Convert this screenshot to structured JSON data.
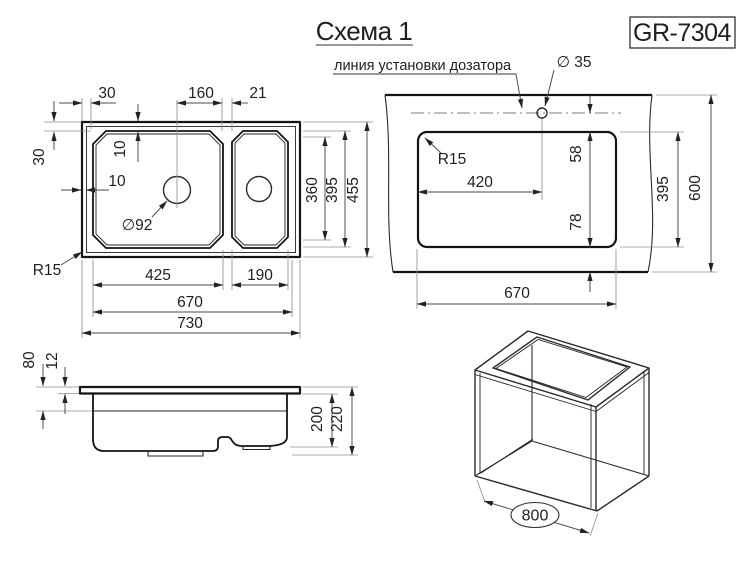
{
  "header": {
    "title": "Схема 1",
    "model": "GR-7304"
  },
  "cutout_view": {
    "dispenser_note": "линия установки дозатора",
    "dispenser_hole_dia": "∅ 35",
    "corner_radius": "R15",
    "hole_offset_x": "420",
    "offset_top": "58",
    "offset_bottom": "78",
    "cutout_height": "395",
    "counter_depth": "600",
    "cutout_width": "670"
  },
  "top_view": {
    "edge_30_top": "30",
    "drain_offset_160": "160",
    "divider_21": "21",
    "edge_30_left": "30",
    "rim_10_top": "10",
    "rim_10_left": "10",
    "drain_dia": "∅92",
    "corner_radius": "R15",
    "bowl_425": "425",
    "bowl_190": "190",
    "bowls_670": "670",
    "width_730": "730",
    "inner_360": "360",
    "bowl_395": "395",
    "depth_455": "455"
  },
  "side_view": {
    "rim_80": "80",
    "rim_12": "12",
    "depth_200": "200",
    "depth_220": "220"
  },
  "cabinet_view": {
    "min_width_800": "800"
  }
}
